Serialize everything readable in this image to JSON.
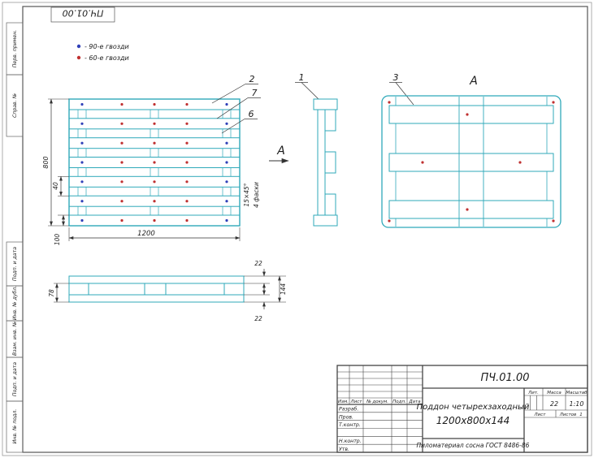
{
  "colors": {
    "line_teal": "#2fa9ba",
    "nail_90": "#3040b8",
    "nail_60": "#c03030",
    "dim_line": "#333333"
  },
  "stamp": {
    "code": "ПЧ.01.00"
  },
  "legend": {
    "nail90": "- 90-е гвозди",
    "nail60": "- 60-е гвозди"
  },
  "margin": {
    "labels": [
      "Перв. примен.",
      "Справ. №",
      "Подп. и дата",
      "Инв. № дубл.",
      "Взам. инв. №",
      "Подп. и дата",
      "Инв. № подл."
    ]
  },
  "drawing": {
    "callouts": {
      "c1": "1",
      "c2": "2",
      "c3": "3",
      "c6": "6",
      "c7": "7"
    },
    "section_label": "А",
    "view_label": "А",
    "dims": {
      "h": "800",
      "w": "1200",
      "d40": "40",
      "d100": "100",
      "d78": "78",
      "d144": "144",
      "d22_top": "22",
      "d22_bottom": "22",
      "chamfer": "15×45°",
      "chamfer_note": "4 фаски"
    }
  },
  "title_block": {
    "designation": "ПЧ.01.00",
    "columns": {
      "izm": "Изм.",
      "list": "Лист",
      "doc": "№ докум.",
      "podp": "Подп.",
      "data": "Дата"
    },
    "staff": {
      "razrab": "Разраб.",
      "prov": "Пров.",
      "tkontr": "Т.контр.",
      "nkontr": "Н.контр.",
      "utv": "Утв."
    },
    "name_line1": "Поддон четырехзаходный",
    "name_line2": "1200х800х144",
    "material": "Пиломатериал сосна ГОСТ 8486-86",
    "lit_label": "Лит.",
    "mass_label": "Масса",
    "scale_label": "Масштаб",
    "mass_value": "22",
    "scale_value": "1:10",
    "sheet_label": "Лист",
    "sheets_label": "Листов",
    "sheets_value": "1"
  }
}
